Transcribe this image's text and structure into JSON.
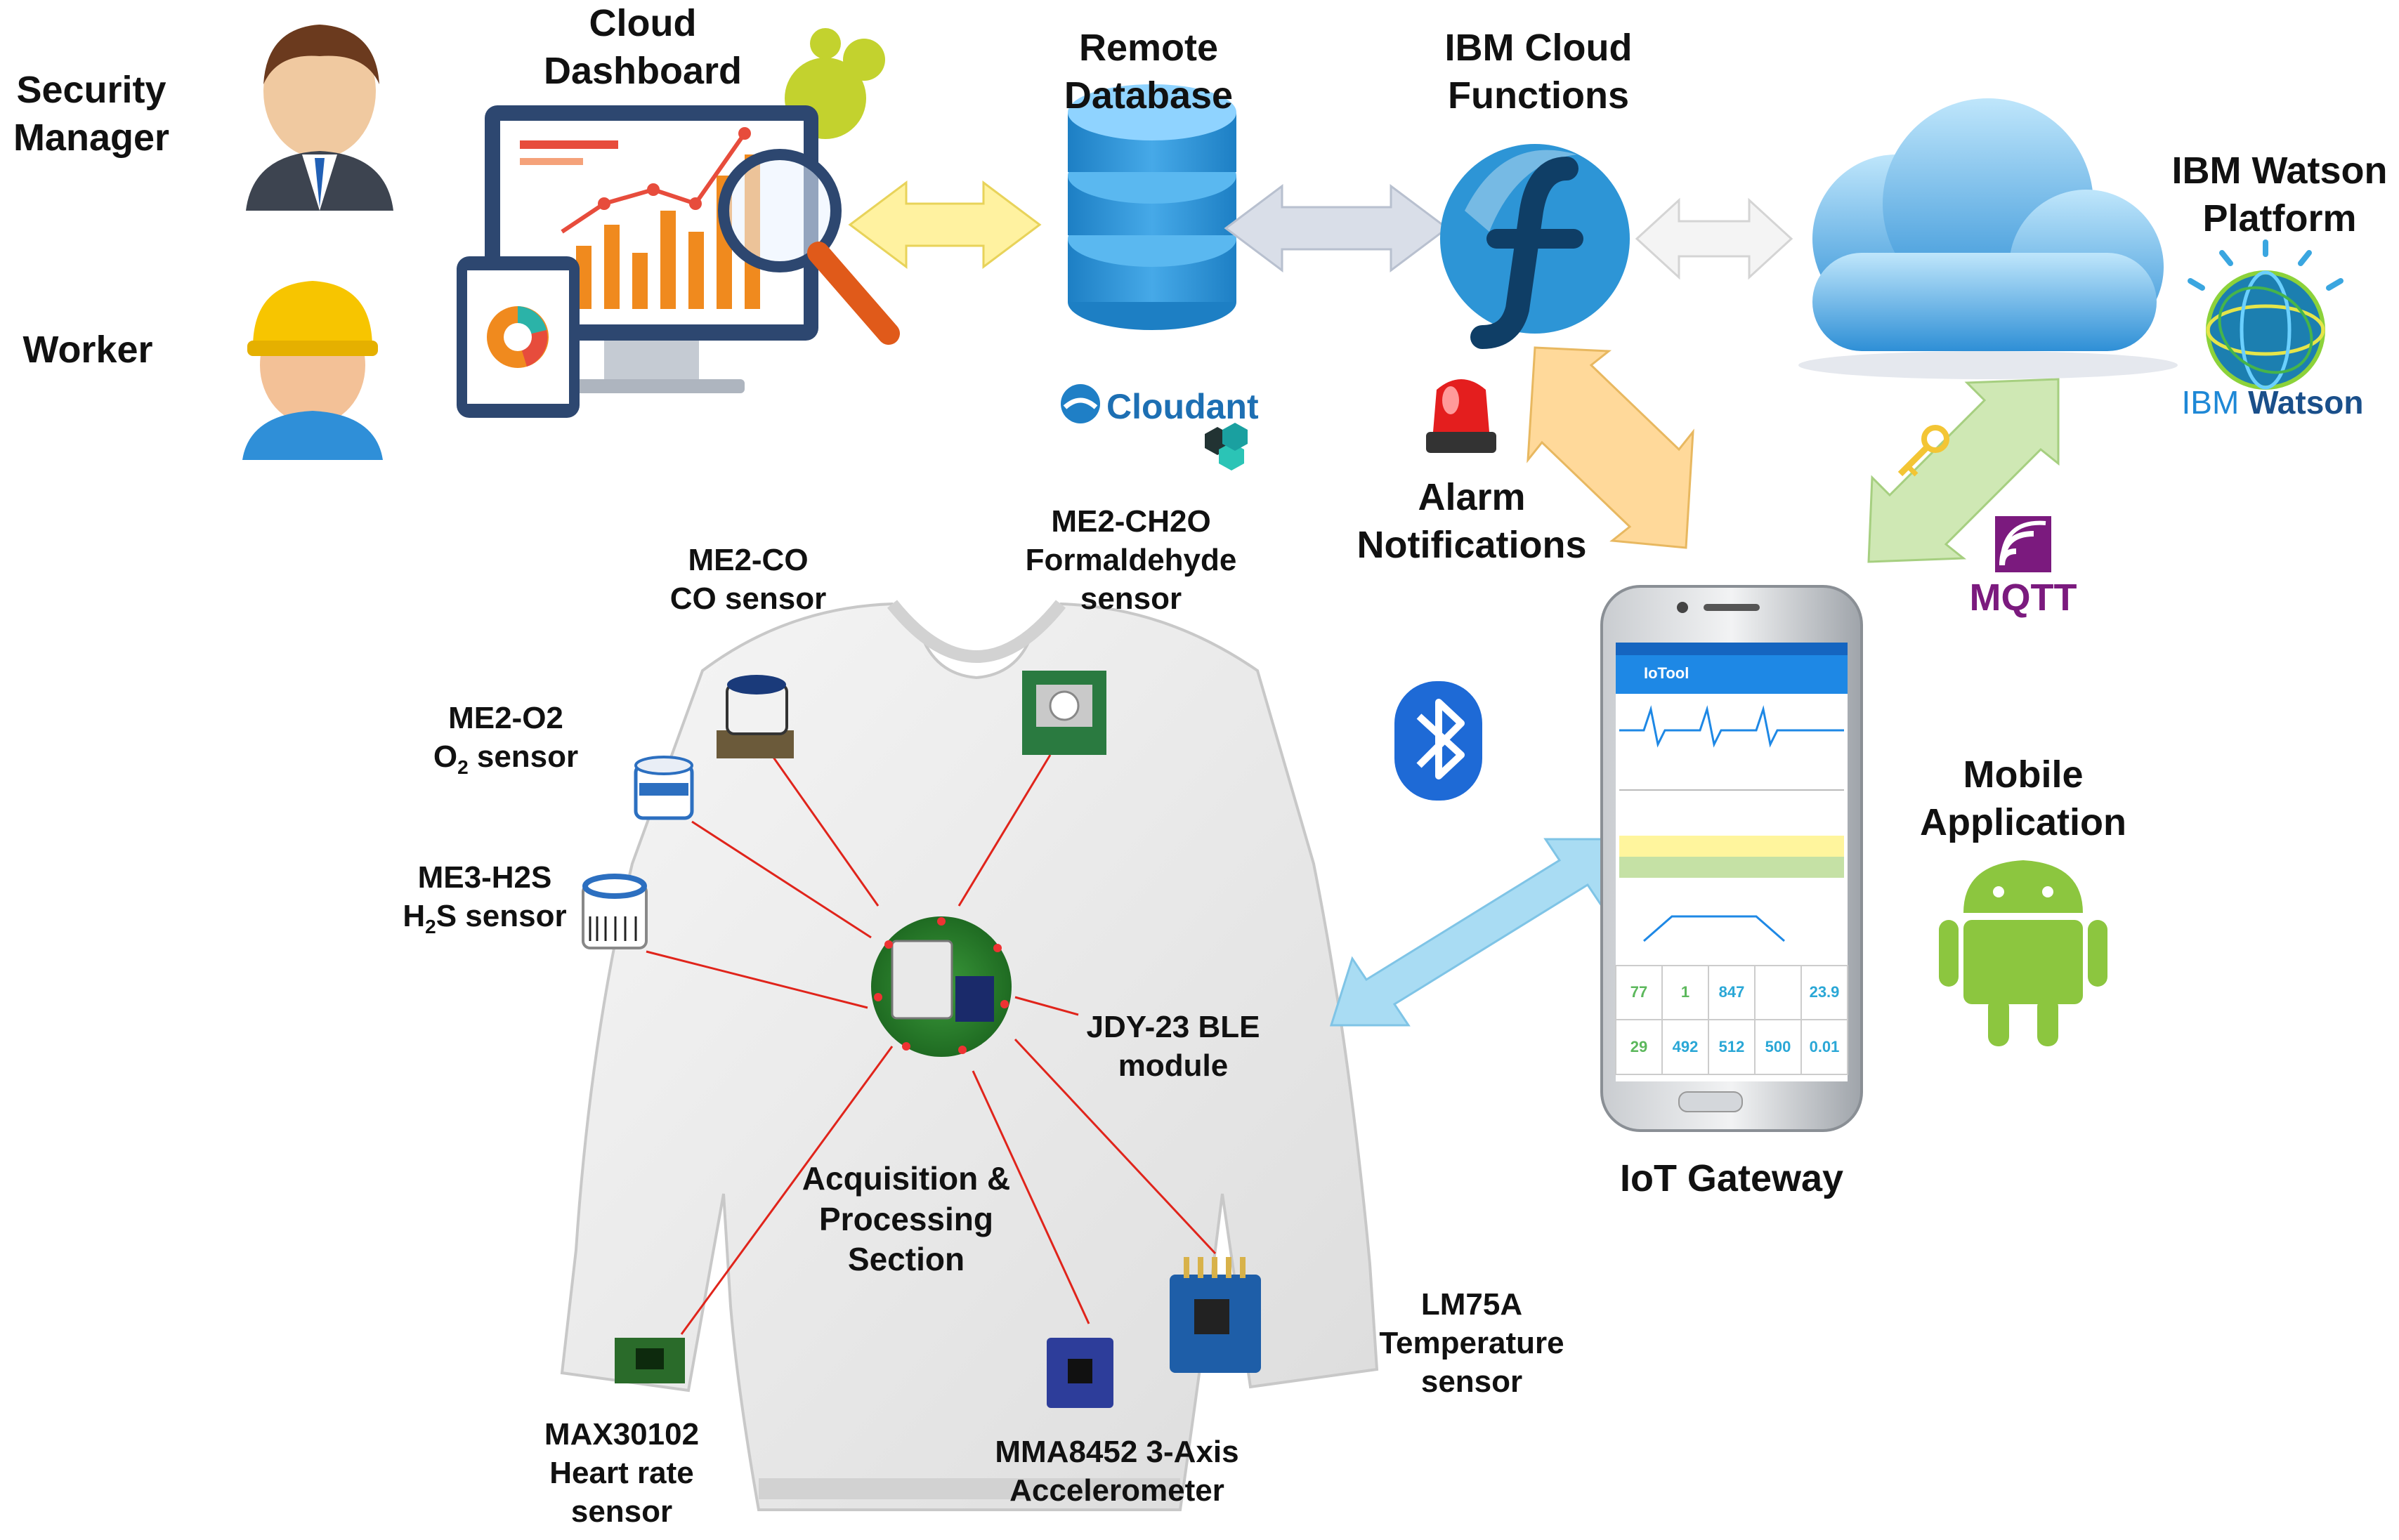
{
  "labels": {
    "security_manager": [
      "Security",
      "Manager"
    ],
    "worker": "Worker",
    "cloud_dashboard": [
      "Cloud",
      "Dashboard"
    ],
    "remote_database": [
      "Remote",
      "Database"
    ],
    "ibm_cloud_functions": [
      "IBM Cloud",
      "Functions"
    ],
    "ibm_watson_platform": [
      "IBM Watson",
      "Platform"
    ],
    "cloudant": "Cloudant",
    "ibm_watson_logo_a": "IBM",
    "ibm_watson_logo_b": "Watson",
    "alarm_notifications": [
      "Alarm",
      "Notifications"
    ],
    "mqtt": "MQTT",
    "mobile_application": [
      "Mobile",
      "Application"
    ],
    "iot_gateway": "IoT Gateway",
    "jdy23": [
      "JDY-23 BLE",
      "module"
    ],
    "acquisition": [
      "Acquisition &",
      "Processing",
      "Section"
    ],
    "lm75a": [
      "LM75A",
      "Temperature",
      "sensor"
    ],
    "max30102": [
      "MAX30102",
      "Heart rate",
      "sensor"
    ],
    "mma8452": [
      "MMA8452 3-Axis",
      "Accelerometer"
    ]
  },
  "sensors": {
    "me2_co": [
      "ME2-CO",
      "CO sensor"
    ],
    "me2_ch2o": [
      "ME2-CH2O",
      "Formaldehyde",
      "sensor"
    ],
    "me2_o2": {
      "line1": "ME2-O2",
      "prefix": "O",
      "sub": "2",
      "suffix": " sensor"
    },
    "me3_h2s": {
      "line1": "ME3-H2S",
      "prefix": "H",
      "sub": "2",
      "suffix": "S sensor"
    }
  },
  "phone": {
    "app_title": "IoTool",
    "tiles_row1": [
      "77",
      "1",
      "847",
      "",
      "23.9"
    ],
    "tiles_row2": [
      "29",
      "492",
      "512",
      "500",
      "0.01"
    ]
  },
  "colors": {
    "arrow_yellow": "#fff2a0",
    "arrow_grey": "#d9dee8",
    "arrow_white": "#f4f4f4",
    "arrow_orange": "#ffd99a",
    "arrow_green": "#cfe8b4",
    "arrow_blue": "#a9dcf3",
    "sensor_link": "#e0241b",
    "cloud_blue": "#3f9fe0",
    "mqtt_purple": "#7b1a7e",
    "android_green": "#8cc63f"
  }
}
